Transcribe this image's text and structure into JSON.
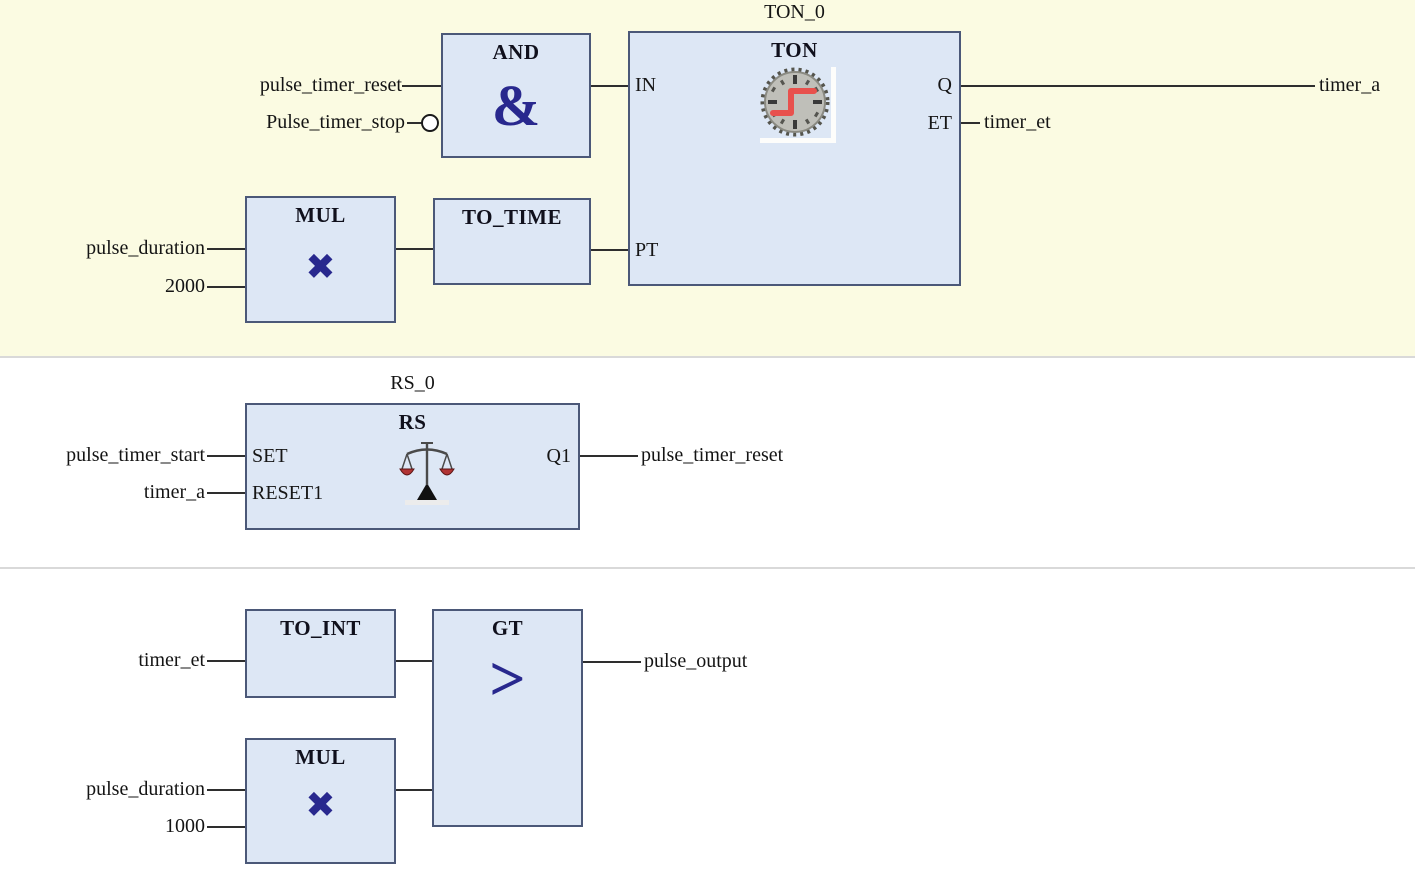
{
  "colors": {
    "section_background": "#fbfbe2",
    "block_fill": "#dde7f5",
    "block_border": "#4b5878",
    "symbol_blue": "#28288e",
    "wire": "#2e2e2e",
    "divider": "#d9d9d9",
    "clock_signal_red": "#e8514d",
    "scale_pan_red": "#b13434"
  },
  "network1": {
    "instance_label": "TON_0",
    "and_block": {
      "title": "AND",
      "symbol": "&"
    },
    "ton_block": {
      "title": "TON",
      "pin_in": "IN",
      "pin_pt": "PT",
      "pin_q": "Q",
      "pin_et": "ET"
    },
    "mul_block": {
      "title": "MUL",
      "symbol": "✖"
    },
    "to_time_block": {
      "title": "TO_TIME"
    },
    "inputs": {
      "and_in1": "pulse_timer_reset",
      "and_in2": "Pulse_timer_stop",
      "mul_in1": "pulse_duration",
      "mul_in2": "2000"
    },
    "outputs": {
      "q": "timer_a",
      "et": "timer_et"
    }
  },
  "network2": {
    "instance_label": "RS_0",
    "rs_block": {
      "title": "RS",
      "pin_set": "SET",
      "pin_reset": "RESET1",
      "pin_q1": "Q1"
    },
    "inputs": {
      "set": "pulse_timer_start",
      "reset": "timer_a"
    },
    "outputs": {
      "q1": "pulse_timer_reset"
    }
  },
  "network3": {
    "to_int_block": {
      "title": "TO_INT"
    },
    "gt_block": {
      "title": "GT",
      "symbol": ">"
    },
    "mul_block": {
      "title": "MUL",
      "symbol": "✖"
    },
    "inputs": {
      "to_int_in": "timer_et",
      "mul_in1": "pulse_duration",
      "mul_in2": "1000"
    },
    "outputs": {
      "gt": "pulse_output"
    }
  }
}
